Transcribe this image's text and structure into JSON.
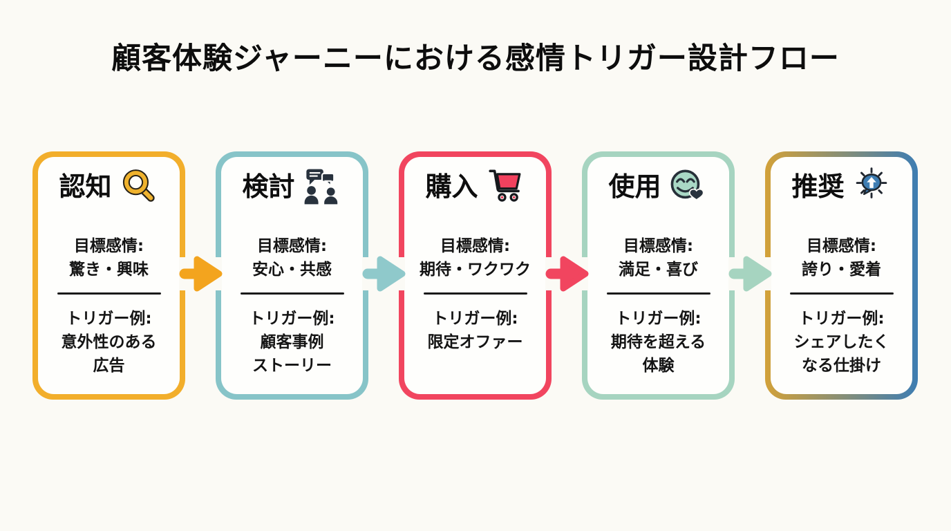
{
  "page": {
    "title": "顧客体験ジャーニーにおける感情トリガー設計フロー",
    "background_color": "#FBFAF5"
  },
  "labels": {
    "emotion_label": "目標感情:",
    "trigger_label": "トリガー例:"
  },
  "stages": [
    {
      "name": "認知",
      "icon": "magnifier-icon",
      "border_color_left": "#F2AE2B",
      "border_color_right": "#F2AE2B",
      "emotion": "驚き・興味",
      "trigger": "意外性のある\n広告"
    },
    {
      "name": "検討",
      "icon": "chat-people-icon",
      "border_color_left": "#87C4C8",
      "border_color_right": "#87C4C8",
      "emotion": "安心・共感",
      "trigger": "顧客事例\nストーリー"
    },
    {
      "name": "購入",
      "icon": "shopping-cart-icon",
      "border_color_left": "#F1455F",
      "border_color_right": "#F1455F",
      "emotion": "期待・ワクワク",
      "trigger": "限定オファー"
    },
    {
      "name": "使用",
      "icon": "smiley-heart-icon",
      "border_color_left": "#A6D4C0",
      "border_color_right": "#A6D4C0",
      "emotion": "満足・喜び",
      "trigger": "期待を超える\n体験"
    },
    {
      "name": "推奨",
      "icon": "share-burst-icon",
      "border_color_left": "#D2A139",
      "border_color_right": "#3E7DB2",
      "emotion": "誇り・愛着",
      "trigger": "シェアしたく\nなる仕掛け"
    }
  ],
  "arrows": [
    {
      "color": "#F3A41E"
    },
    {
      "color": "#8FC9CB"
    },
    {
      "color": "#F1455F"
    },
    {
      "color": "#A6D4C0"
    }
  ],
  "icon_colors": {
    "magnifier_gold": "#EFB22D",
    "chat_people_dark": "#28323D",
    "cart_red": "#F2415E",
    "smiley_mint": "#A9D8C5",
    "heart_dark": "#28323D",
    "bubble_blue": "#3E7DB2",
    "outline_dark": "#1D242B"
  }
}
